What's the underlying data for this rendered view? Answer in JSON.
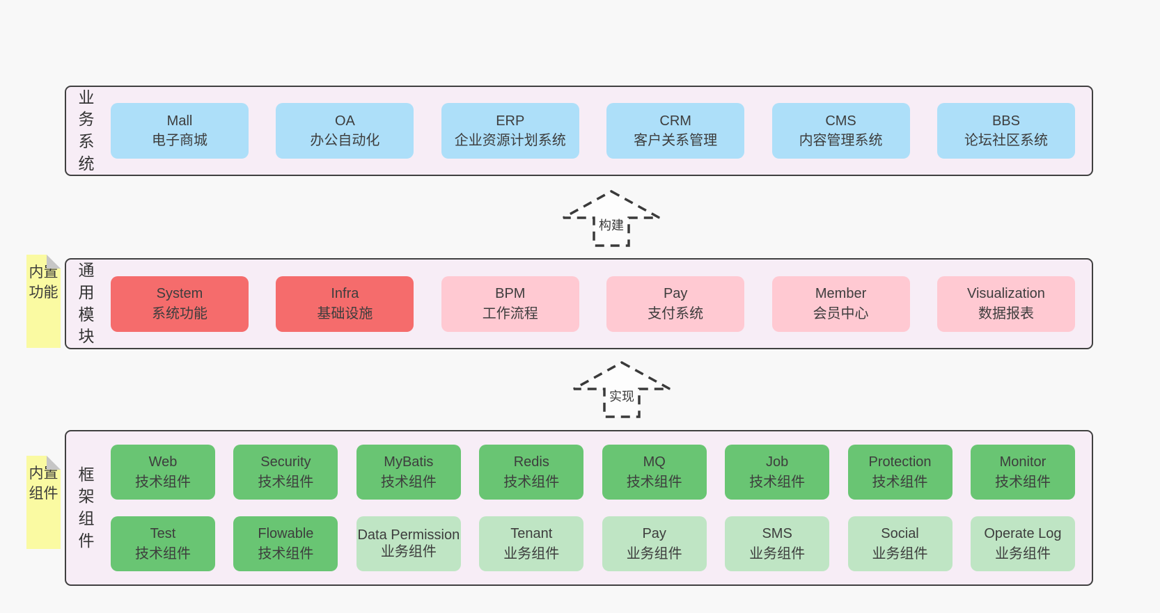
{
  "diagram": {
    "business": {
      "label": "业务系统",
      "boxes": [
        {
          "name": "Mall",
          "desc": "电子商城"
        },
        {
          "name": "OA",
          "desc": "办公自动化"
        },
        {
          "name": "ERP",
          "desc": "企业资源计划系统"
        },
        {
          "name": "CRM",
          "desc": "客户关系管理"
        },
        {
          "name": "CMS",
          "desc": "内容管理系统"
        },
        {
          "name": "BBS",
          "desc": "论坛社区系统"
        }
      ]
    },
    "arrow_build": {
      "label": "构建"
    },
    "modules": {
      "label": "通用模块",
      "note": "内置功能",
      "boxes": [
        {
          "name": "System",
          "desc": "系统功能"
        },
        {
          "name": "Infra",
          "desc": "基础设施"
        },
        {
          "name": "BPM",
          "desc": "工作流程"
        },
        {
          "name": "Pay",
          "desc": "支付系统"
        },
        {
          "name": "Member",
          "desc": "会员中心"
        },
        {
          "name": "Visualization",
          "desc": "数据报表"
        }
      ]
    },
    "arrow_implement": {
      "label": "实现"
    },
    "components": {
      "label": "框架组件",
      "note": "内置组件",
      "row1": [
        {
          "name": "Web",
          "desc": "技术组件"
        },
        {
          "name": "Security",
          "desc": "技术组件"
        },
        {
          "name": "MyBatis",
          "desc": "技术组件"
        },
        {
          "name": "Redis",
          "desc": "技术组件"
        },
        {
          "name": "MQ",
          "desc": "技术组件"
        },
        {
          "name": "Job",
          "desc": "技术组件"
        },
        {
          "name": "Protection",
          "desc": "技术组件"
        },
        {
          "name": "Monitor",
          "desc": "技术组件"
        }
      ],
      "row2": [
        {
          "name": "Test",
          "desc": "技术组件"
        },
        {
          "name": "Flowable",
          "desc": "技术组件"
        },
        {
          "name": "Data Permission",
          "desc": "业务组件"
        },
        {
          "name": "Tenant",
          "desc": "业务组件"
        },
        {
          "name": "Pay",
          "desc": "业务组件"
        },
        {
          "name": "SMS",
          "desc": "业务组件"
        },
        {
          "name": "Social",
          "desc": "业务组件"
        },
        {
          "name": "Operate Log",
          "desc": "业务组件"
        }
      ]
    },
    "colors": {
      "page_bg": "#f8f8f8",
      "panel_bg": "#f7edf6",
      "panel_border": "#404040",
      "blue_box": "#addff9",
      "red_box": "#f56c6c",
      "pink_box": "#ffc9d2",
      "green_box": "#69c573",
      "light_green_box": "#bfe5c4",
      "note_bg": "#fafaa2",
      "note_fold": "#c6c6c6",
      "text": "#3d3d3d"
    }
  }
}
